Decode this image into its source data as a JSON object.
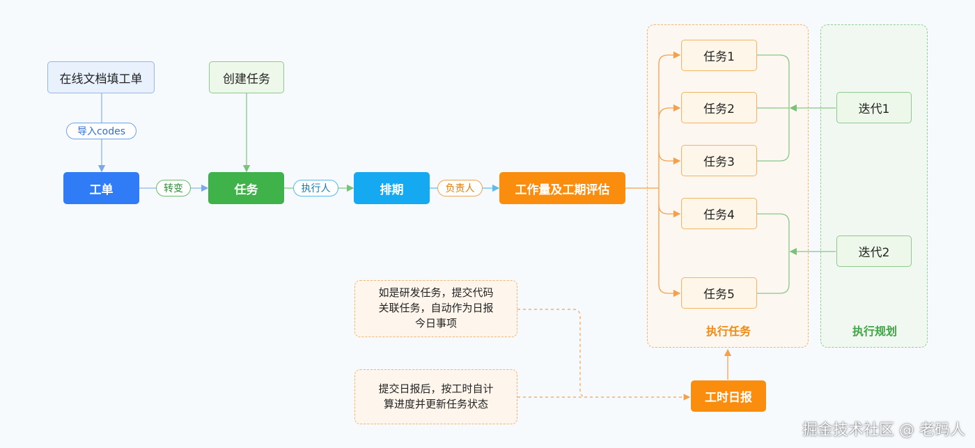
{
  "nodes": {
    "online_doc": "在线文档填工单",
    "create_task": "创建任务",
    "ticket": "工单",
    "task": "任务",
    "schedule": "排期",
    "estimate": "工作量及工期评估",
    "daily_report": "工时日报",
    "tasks": [
      "任务1",
      "任务2",
      "任务3",
      "任务4",
      "任务5"
    ],
    "iterations": [
      "迭代1",
      "迭代2"
    ]
  },
  "edge_labels": {
    "import_codes": "导入codes",
    "convert": "转变",
    "executor": "执行人",
    "owner": "负责人"
  },
  "groups": {
    "execute_tasks": "执行任务",
    "execute_planning": "执行规划"
  },
  "notes": {
    "rd_task": [
      "如是研发任务，提交代码",
      "关联任务，自动作为日报",
      "今日事项"
    ],
    "report_calc": [
      "提交日报后，按工时自计",
      "算进度并更新任务状态"
    ]
  },
  "watermark": "掘金技术社区 @ 老码人",
  "colors": {
    "blue": "#2f7cf6",
    "green": "#3fb24a",
    "cyan": "#14a9f0",
    "orange": "#fa8c0e"
  }
}
